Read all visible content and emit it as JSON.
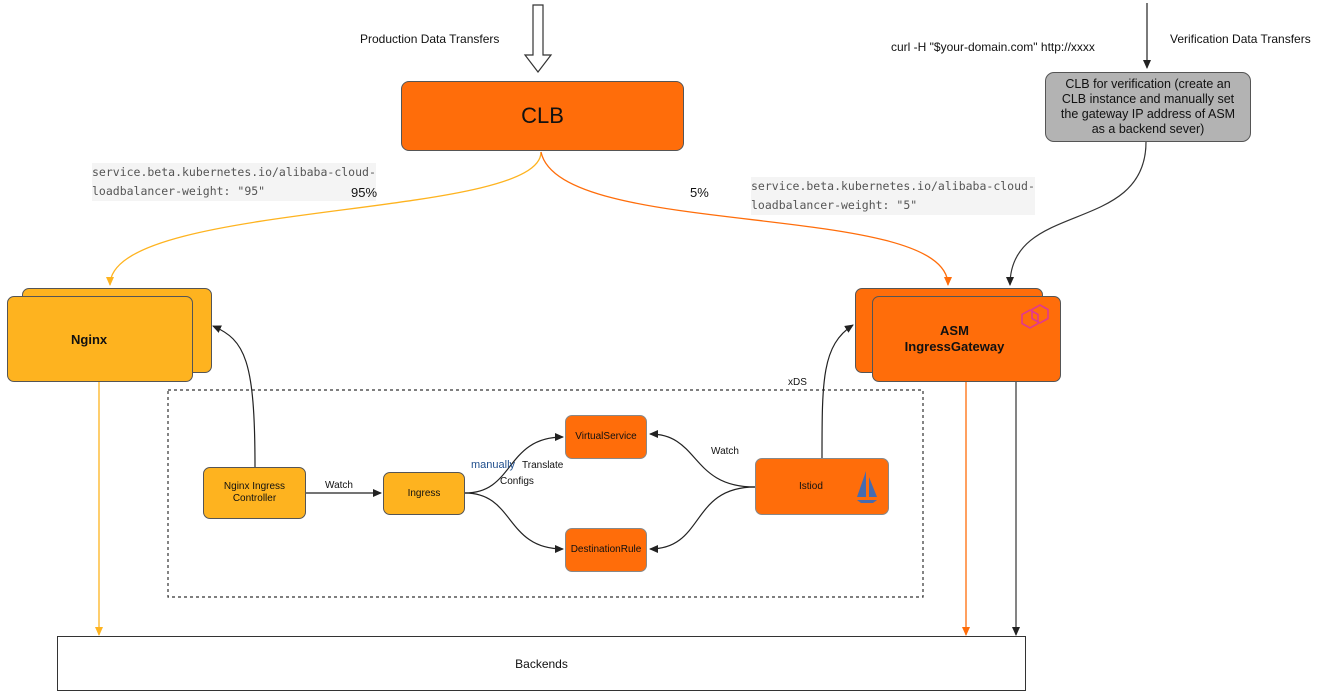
{
  "top_labels": {
    "production": "Production Data Transfers",
    "verification": "Verification Data Transfers",
    "curl": "curl -H \"$your-domain.com\"  http://xxxx"
  },
  "clb": {
    "label": "CLB"
  },
  "clb_verification": {
    "line1": "CLB  for verification (create an",
    "line2": "CLB instance and manually set",
    "line3": "the gateway IP address of ASM",
    "line4": "as a backend sever)"
  },
  "weights": {
    "nginx_annotation_line1": "service.beta.kubernetes.io/alibaba-cloud-",
    "nginx_annotation_line2": "loadbalancer-weight: \"95\"",
    "nginx_percent": "95%",
    "asm_annotation_line1": "service.beta.kubernetes.io/alibaba-cloud-",
    "asm_annotation_line2": "loadbalancer-weight: \"5\"",
    "asm_percent": "5%"
  },
  "nginx": {
    "label": "Nginx"
  },
  "asm": {
    "line1": "ASM",
    "line2": "IngressGateway"
  },
  "control_plane": {
    "nginx_ingress_controller_line1": "Nginx Ingress",
    "nginx_ingress_controller_line2": "Controller",
    "watch_left": "Watch",
    "ingress": "Ingress",
    "manually": "manually",
    "translate_line1": "Translate",
    "translate_line2": "Configs",
    "virtual_service": "VirtualService",
    "destination_rule": "DestinationRule",
    "watch_right": "Watch",
    "istiod": "Istiod",
    "xds": "xDS"
  },
  "backends": {
    "label": "Backends"
  },
  "colors": {
    "orange": "#ff6d0a",
    "yellow": "#feb31f",
    "gray_box": "#b3b3b3",
    "edge_dark": "#333333"
  },
  "icons": [
    "istio-sail-icon",
    "asm-hexagon-icon"
  ]
}
